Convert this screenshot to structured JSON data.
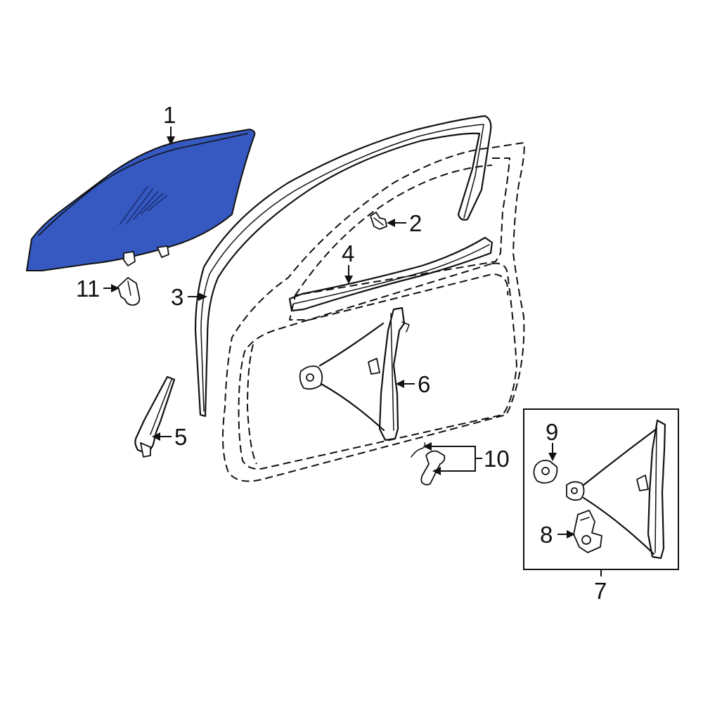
{
  "colors": {
    "highlight": "#3559C1",
    "line": "#111111",
    "background": "#ffffff"
  },
  "callouts": {
    "c1": "1",
    "c2": "2",
    "c3": "3",
    "c4": "4",
    "c5": "5",
    "c6": "6",
    "c7": "7",
    "c8": "8",
    "c9": "9",
    "c10": "10",
    "c11": "11"
  }
}
